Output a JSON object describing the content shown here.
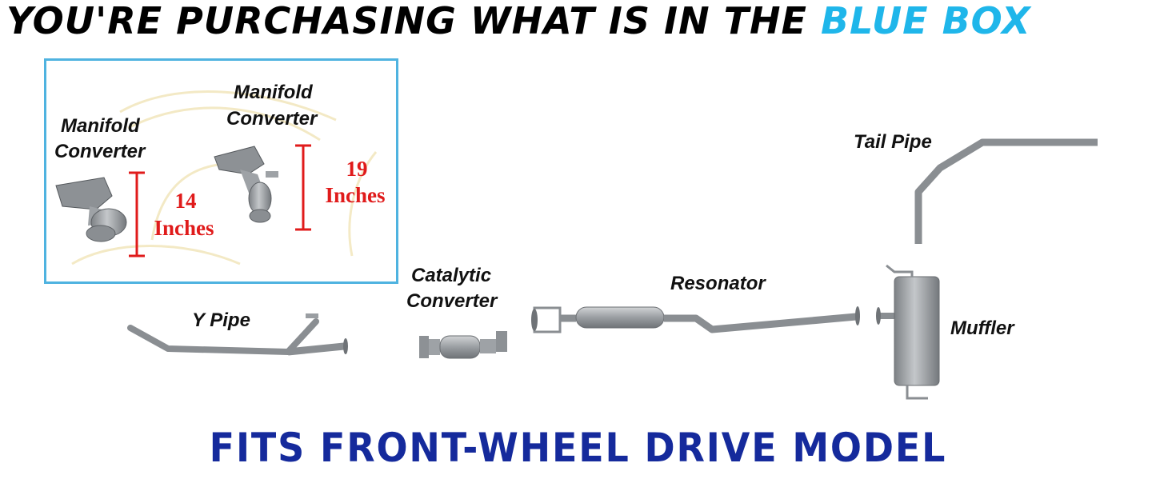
{
  "header": {
    "text": "YOU'RE PURCHASING WHAT IS IN THE",
    "highlight": "BLUE BOX",
    "highlight_color": "#1fb6ea"
  },
  "blue_box": {
    "border_color": "#4fb3e0",
    "parts": [
      {
        "label_line1": "Manifold",
        "label_line2": "Converter",
        "measure_value": "14",
        "measure_unit": "Inches"
      },
      {
        "label_line1": "Manifold",
        "label_line2": "Converter",
        "measure_value": "19",
        "measure_unit": "Inches"
      }
    ],
    "measure_color": "#e01b1b"
  },
  "parts": {
    "y_pipe": "Y Pipe",
    "catalytic_line1": "Catalytic",
    "catalytic_line2": "Converter",
    "resonator": "Resonator",
    "tail_pipe": "Tail Pipe",
    "muffler": "Muffler"
  },
  "footer": {
    "text": "FITS FRONT-WHEEL DRIVE MODEL",
    "color": "#152a9c"
  }
}
